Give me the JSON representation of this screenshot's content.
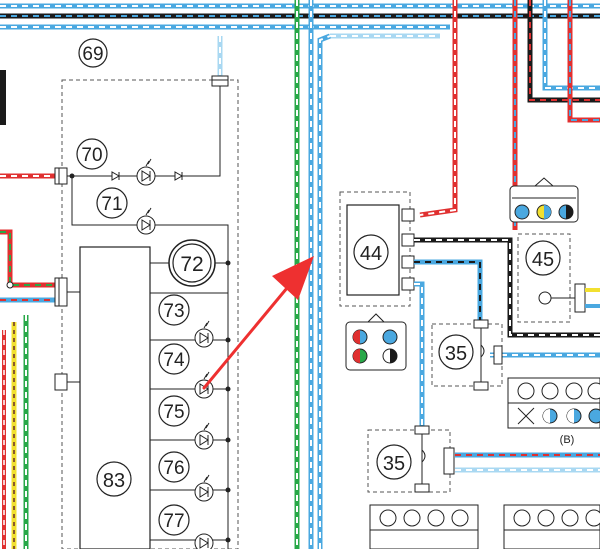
{
  "components": {
    "c69": "69",
    "c70": "70",
    "c71": "71",
    "c72": "72",
    "c73": "73",
    "c74": "74",
    "c75": "75",
    "c76": "76",
    "c77": "77",
    "c83": "83",
    "c44": "44",
    "c45": "45",
    "c35a": "35",
    "c35b": "35"
  },
  "labels": {
    "connector_b": "(B)"
  },
  "colors": {
    "black": "#1a1a1a",
    "light_blue": "#4aa8e0",
    "pale_blue": "#a9d8f2",
    "red": "#e03030",
    "green": "#28a848",
    "yellow": "#f2e030",
    "brown": "#8a5a2a",
    "annotation_arrow": "#ee3030",
    "dashed_box": "#555555"
  },
  "annotation": {
    "type": "arrow",
    "icon": "red-arrow-icon",
    "pointing_at": "44"
  }
}
